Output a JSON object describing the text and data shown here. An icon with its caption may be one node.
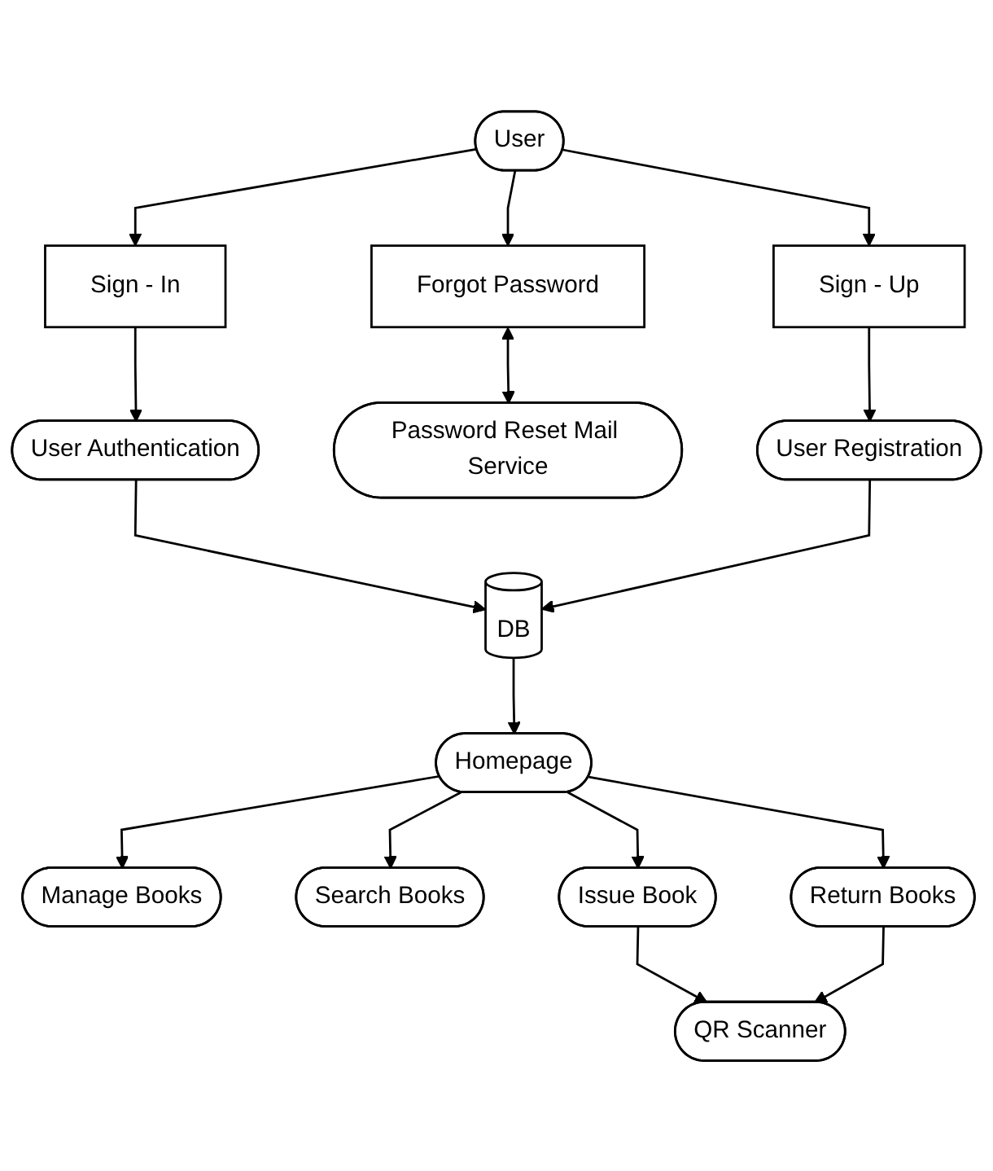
{
  "diagram": {
    "nodes": [
      {
        "text": [
          "User"
        ]
      },
      {
        "text": [
          "Sign - In"
        ]
      },
      {
        "text": [
          "Forgot Password"
        ]
      },
      {
        "text": [
          "Sign - Up"
        ]
      },
      {
        "text": [
          "User Authentication"
        ]
      },
      {
        "text": [
          "Password Reset Mail Service"
        ]
      },
      {
        "text": [
          "User Registration"
        ]
      },
      {
        "text": [
          "DB"
        ]
      },
      {
        "text": [
          "Manage Books"
        ]
      },
      {
        "text": [
          "Homepage"
        ]
      },
      {
        "text": [
          "Search Books"
        ]
      },
      {
        "text": [
          "Issue Book"
        ]
      },
      {
        "text": [
          "Return Books"
        ]
      },
      {
        "text": [
          "QR Scanner"
        ]
      }
    ],
    "edges": [
      {
        "from": 0,
        "to": 1,
        "arrow": "to"
      },
      {
        "from": 0,
        "to": 2,
        "arrow": "to"
      },
      {
        "from": 0,
        "to": 3,
        "arrow": "to"
      },
      {
        "from": 1,
        "to": 4,
        "arrow": "to"
      },
      {
        "from": 2,
        "to": 5,
        "arrow": "both"
      },
      {
        "from": 3,
        "to": 6,
        "arrow": "to"
      },
      {
        "from": 4,
        "to": 7,
        "arrow": "to"
      },
      {
        "from": 6,
        "to": 7,
        "arrow": "to"
      },
      {
        "from": 7,
        "to": 9,
        "arrow": "to"
      },
      {
        "from": 9,
        "to": 8,
        "arrow": "to"
      },
      {
        "from": 9,
        "to": 10,
        "arrow": "to"
      },
      {
        "from": 9,
        "to": 11,
        "arrow": "to"
      },
      {
        "from": 9,
        "to": 12,
        "arrow": "to"
      },
      {
        "from": 11,
        "to": 13,
        "arrow": "to"
      },
      {
        "from": 12,
        "to": 13,
        "arrow": "to"
      }
    ]
  }
}
